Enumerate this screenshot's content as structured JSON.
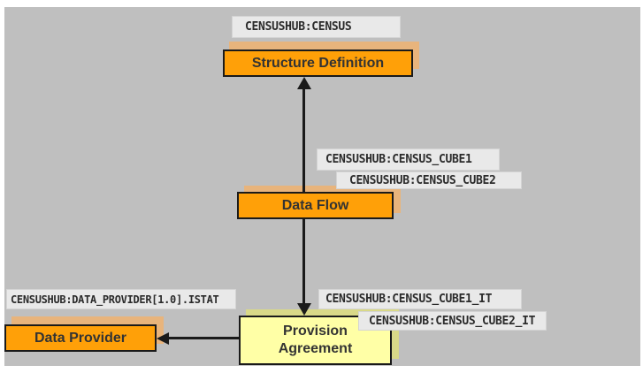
{
  "diagram": {
    "nodes": {
      "structure_definition": "Structure Definition",
      "data_flow": "Data Flow",
      "provision_agreement_line1": "Provision",
      "provision_agreement_line2": "Agreement",
      "data_provider": "Data Provider"
    },
    "annotations": {
      "census": "CENSUSHUB:CENSUS",
      "census_cube1": "CENSUSHUB:CENSUS_CUBE1",
      "census_cube2": "CENSUSHUB:CENSUS_CUBE2",
      "data_provider_istat": "CENSUSHUB:DATA_PROVIDER[1.0].ISTAT",
      "census_cube1_it": "CENSUSHUB:CENSUS_CUBE1_IT",
      "census_cube2_it": "CENSUSHUB:CENSUS_CUBE2_IT"
    },
    "colors": {
      "background": "#BFBFBF",
      "node_orange": "#FFA008",
      "orange_shadow": "#E8B47C",
      "node_yellow": "#FFFFA6",
      "yellow_shadow": "#D9D988",
      "annotation_background": "#E9E9E9",
      "border": "#1A1A1A"
    }
  }
}
